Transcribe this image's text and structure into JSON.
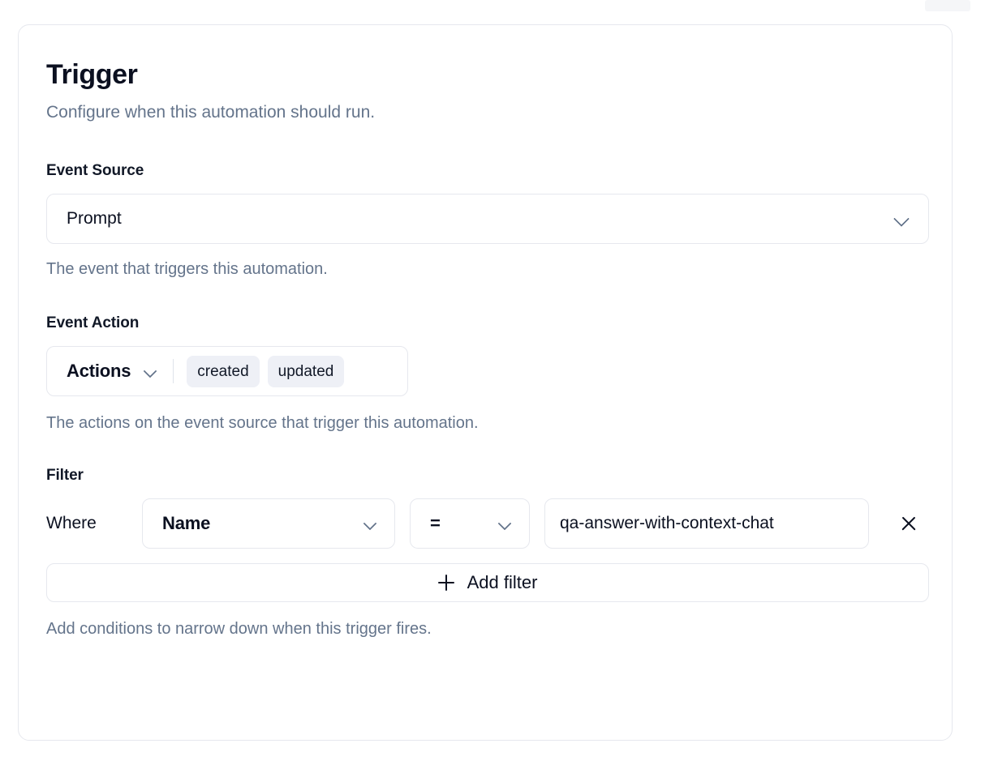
{
  "card": {
    "title": "Trigger",
    "subtitle": "Configure when this automation should run."
  },
  "event_source": {
    "label": "Event Source",
    "selected": "Prompt",
    "help": "The event that triggers this automation.",
    "chevron_icon": "chevron-down-icon"
  },
  "event_action": {
    "label": "Event Action",
    "dropdown_label": "Actions",
    "chips": [
      "created",
      "updated"
    ],
    "help": "The actions on the event source that trigger this automation.",
    "chevron_icon": "chevron-down-icon"
  },
  "filter": {
    "label": "Filter",
    "where_label": "Where",
    "field": "Name",
    "operator": "=",
    "value": "qa-answer-with-context-chat",
    "remove_icon": "close-icon",
    "add_filter_label": "Add filter",
    "add_filter_icon": "plus-icon",
    "help": "Add conditions to narrow down when this trigger fires."
  },
  "colors": {
    "card_border": "#e6e8ee",
    "text_primary": "#0b1020",
    "text_muted": "#64748b",
    "chip_background": "#eef0f6",
    "icon_muted": "#64748b"
  }
}
